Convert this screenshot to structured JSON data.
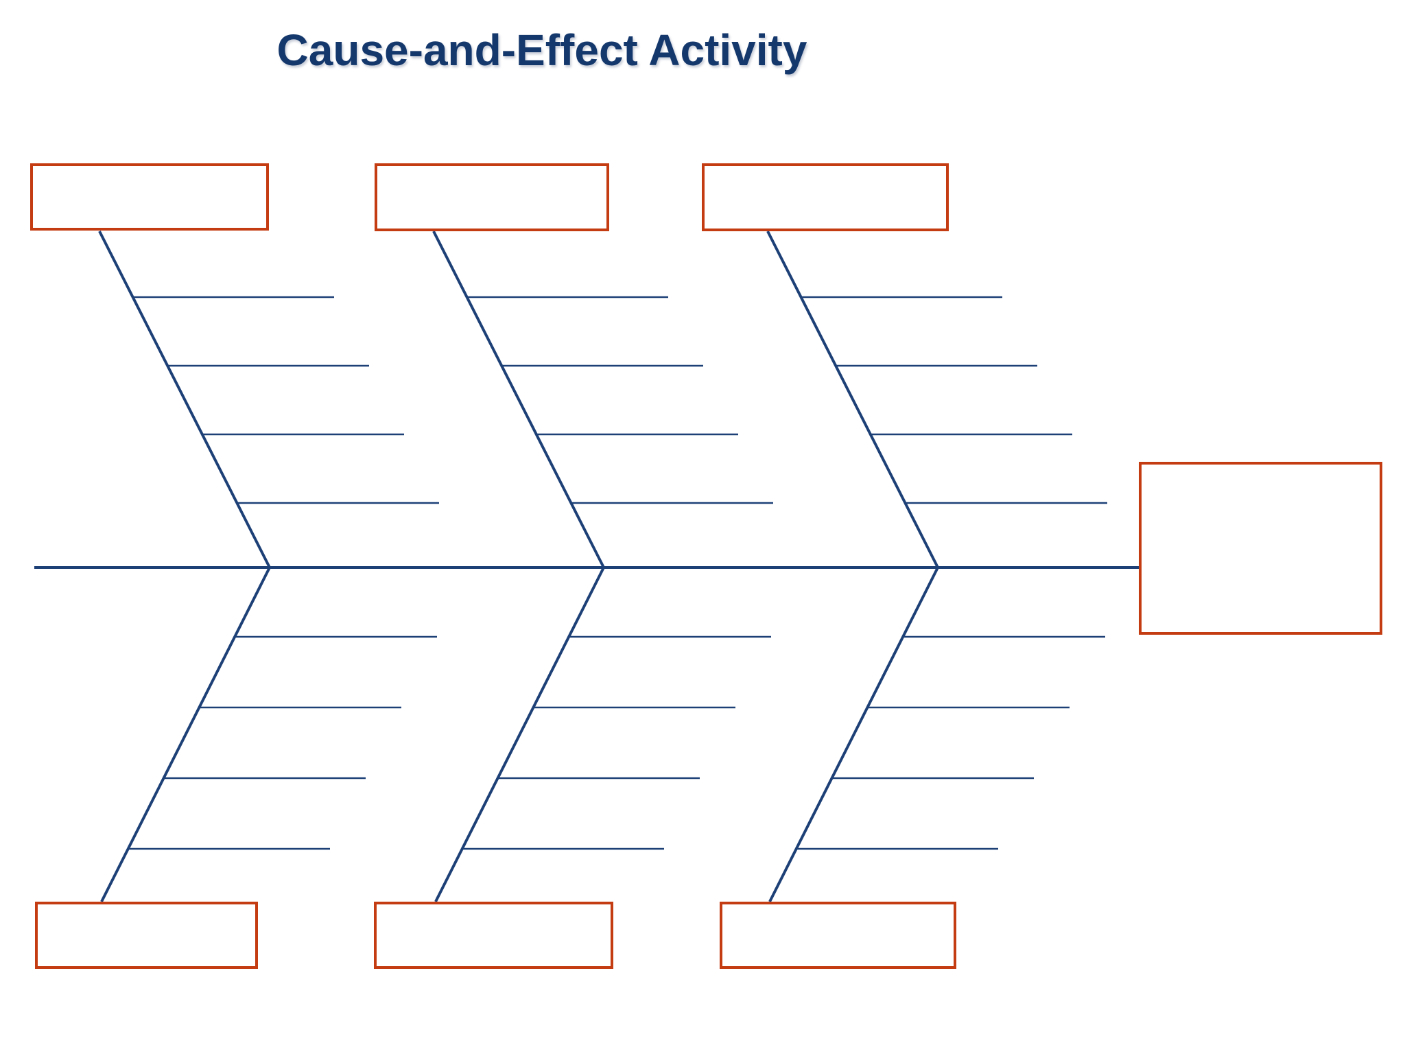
{
  "title": {
    "text": "Cause-and-Effect Activity"
  },
  "diagram": {
    "type": "fishbone-cause-and-effect-template",
    "effect_box": {
      "label": ""
    },
    "top_cause_boxes": [
      {
        "label": ""
      },
      {
        "label": ""
      },
      {
        "label": ""
      }
    ],
    "bottom_cause_boxes": [
      {
        "label": ""
      },
      {
        "label": ""
      },
      {
        "label": ""
      }
    ],
    "bones": 6,
    "ribs_per_bone": 4
  },
  "colors": {
    "bone_line": "#1D4077",
    "box_border": "#C43C12",
    "title_text": "#15386C",
    "background": "#FFFFFF"
  }
}
